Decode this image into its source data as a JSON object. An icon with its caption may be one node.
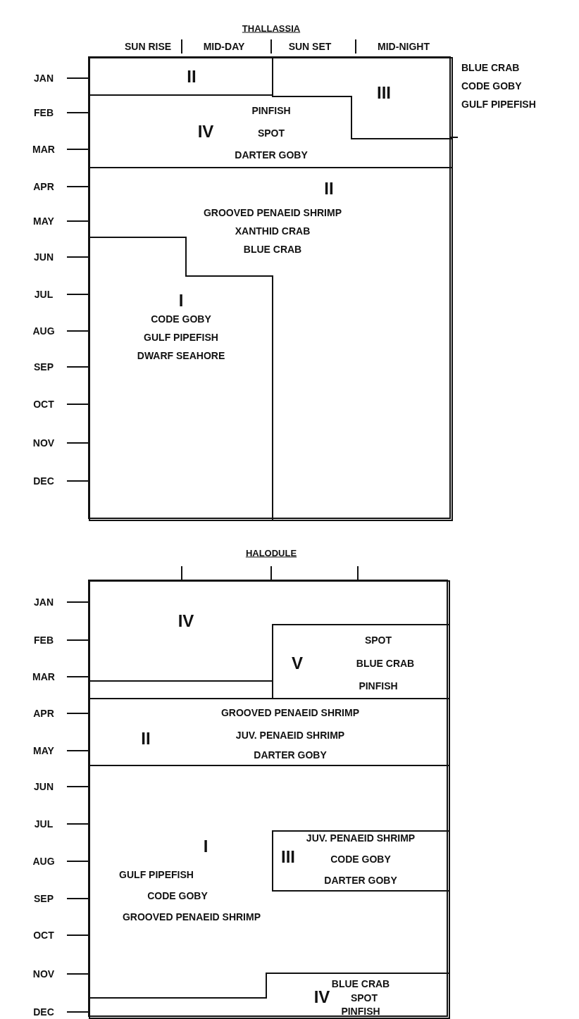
{
  "diagram": {
    "nodes": [
      {
        "text": [
          "THALLASSIA"
        ]
      },
      {
        "text": [
          "II"
        ],
        "in": 0
      },
      {
        "text": [
          "III"
        ],
        "in": 0,
        "beside": [
          "BLUE CRAB",
          "CODE GOBY",
          "GULF PIPEFISH"
        ]
      },
      {
        "text": [
          "IV",
          "PINFISH",
          "SPOT",
          "DARTER GOBY"
        ],
        "in": 0
      },
      {
        "text": [
          "II",
          "GROOVED PENAEID SHRIMP",
          "XANTHID CRAB",
          "BLUE CRAB"
        ],
        "in": 0
      },
      {
        "text": [
          "I",
          "CODE GOBY",
          "GULF PIPEFISH",
          "DWARF SEAHORE"
        ],
        "in": 0
      },
      {
        "text": [
          "HALODULE"
        ]
      },
      {
        "text": [
          "IV"
        ],
        "in": 6
      },
      {
        "text": [
          "V",
          "SPOT",
          "BLUE CRAB",
          "PINFISH"
        ],
        "in": 6
      },
      {
        "text": [],
        "shape": "box",
        "in": 6
      },
      {
        "text": [
          "II",
          "GROOVED PENAEID SHRIMP",
          "JUV. PENAEID SHRIMP",
          "DARTER GOBY"
        ],
        "in": 6
      },
      {
        "text": [
          "I",
          "GULF PIPEFISH",
          "CODE GOBY",
          "GROOVED PENAEID SHRIMP"
        ],
        "in": 6
      },
      {
        "text": [
          "III",
          "JUV. PENAEID SHRIMP",
          "CODE GOBY",
          "DARTER GOBY"
        ],
        "in": 11
      },
      {
        "text": [
          "IV",
          "BLUE CRAB",
          "SPOT",
          "PINFISH"
        ],
        "in": 6
      }
    ],
    "edges": [],
    "labels": [
      "SUN RISE",
      "MID-DAY",
      "SUN SET",
      "MID-NIGHT",
      "JAN",
      "FEB",
      "MAR",
      "APR",
      "MAY",
      "JUN",
      "JUL",
      "AUG",
      "SEP",
      "OCT",
      "NOV",
      "DEC",
      "JAN",
      "FEB",
      "MAR",
      "APR",
      "MAY",
      "JUN",
      "JUL",
      "AUG",
      "SEP",
      "OCT",
      "NOV",
      "DEC"
    ]
  }
}
